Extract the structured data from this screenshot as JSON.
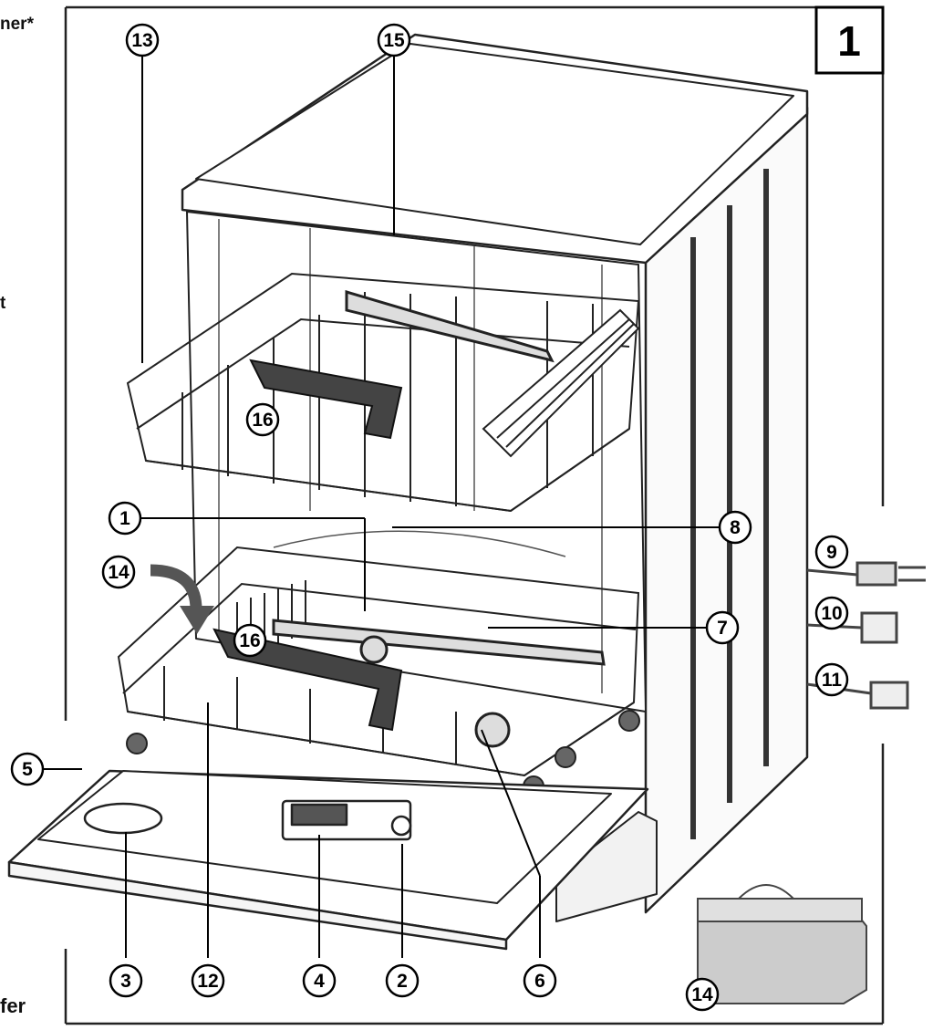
{
  "figure": {
    "number": "1"
  },
  "edge_text": {
    "top_left": "ner*",
    "mid_left": "t",
    "bottom_left": "fer"
  },
  "callouts": [
    {
      "id": "c13",
      "label": "13"
    },
    {
      "id": "c15",
      "label": "15"
    },
    {
      "id": "c16a",
      "label": "16"
    },
    {
      "id": "c1",
      "label": "1"
    },
    {
      "id": "c8",
      "label": "8"
    },
    {
      "id": "c9",
      "label": "9"
    },
    {
      "id": "c14a",
      "label": "14"
    },
    {
      "id": "c16b",
      "label": "16"
    },
    {
      "id": "c7",
      "label": "7"
    },
    {
      "id": "c10",
      "label": "10"
    },
    {
      "id": "c11",
      "label": "11"
    },
    {
      "id": "c5",
      "label": "5"
    },
    {
      "id": "c3",
      "label": "3"
    },
    {
      "id": "c12",
      "label": "12"
    },
    {
      "id": "c4",
      "label": "4"
    },
    {
      "id": "c2",
      "label": "2"
    },
    {
      "id": "c6",
      "label": "6"
    },
    {
      "id": "c14b",
      "label": "14"
    }
  ]
}
